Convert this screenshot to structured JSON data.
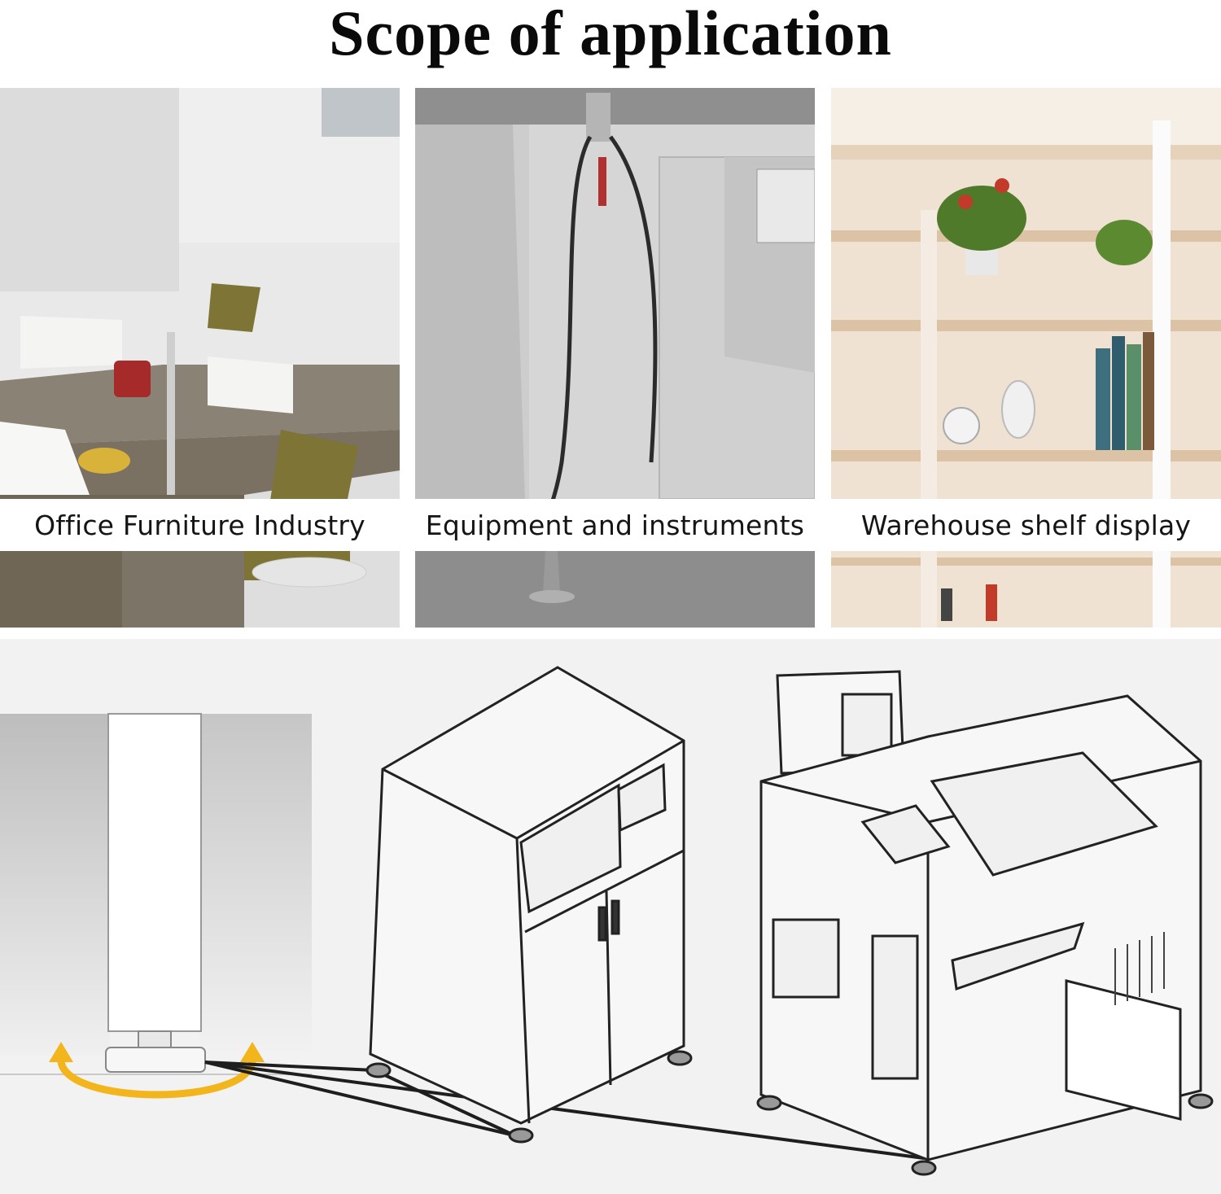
{
  "title": "Scope of application",
  "panels": [
    {
      "caption": "Office Furniture Industry",
      "scene": "office-workstations"
    },
    {
      "caption": "Equipment and instruments",
      "scene": "industrial-equipment"
    },
    {
      "caption": "Warehouse shelf display",
      "scene": "display-shelves"
    }
  ],
  "illustration": {
    "scene": "leveling-feet-diagram"
  },
  "colors": {
    "rotation_arrow": "#f2b61c",
    "line_art": "#222222"
  }
}
